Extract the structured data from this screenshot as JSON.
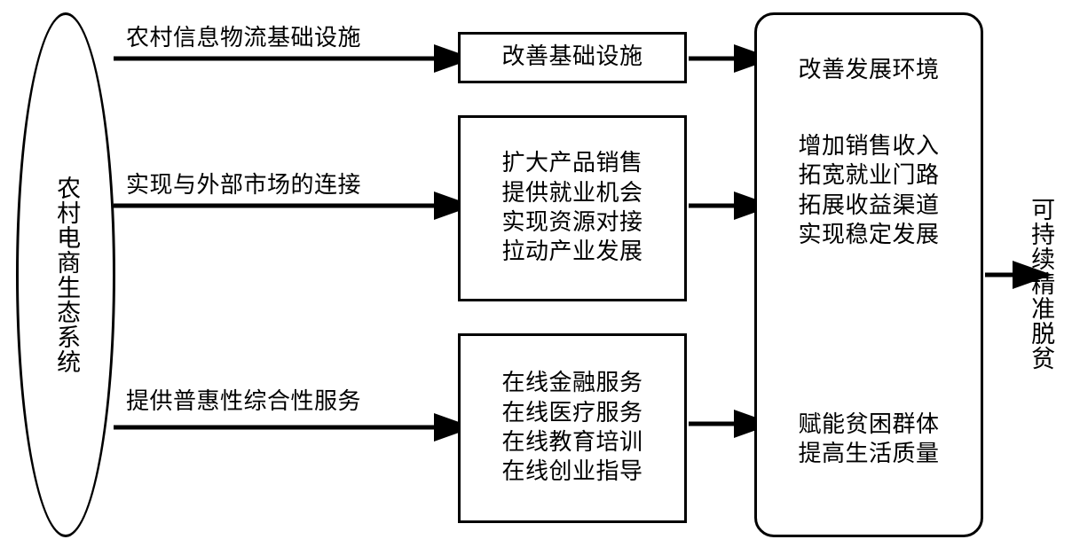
{
  "diagram": {
    "source_node": {
      "label": "农村电商生态系统"
    },
    "edge_labels": [
      "农村信息物流基础设施",
      "实现与外部市场的连接",
      "提供普惠性综合性服务"
    ],
    "middle_boxes": [
      {
        "name": "improve-infrastructure",
        "lines": [
          "改善基础设施"
        ]
      },
      {
        "name": "expand-market",
        "lines": [
          "扩大产品销售",
          "提供就业机会",
          "实现资源对接",
          "拉动产业发展"
        ]
      },
      {
        "name": "online-services",
        "lines": [
          "在线金融服务",
          "在线医疗服务",
          "在线教育培训",
          "在线创业指导"
        ]
      }
    ],
    "outcome_box": {
      "groups": [
        {
          "name": "improve-environment",
          "lines": [
            "改善发展环境"
          ]
        },
        {
          "name": "increase-income",
          "lines": [
            "增加销售收入",
            "拓宽就业门路",
            "拓展收益渠道",
            "实现稳定发展"
          ]
        },
        {
          "name": "empower-poor",
          "lines": [
            "赋能贫困群体",
            "提高生活质量"
          ]
        }
      ]
    },
    "final_node": {
      "label": "可持续精准脱贫"
    },
    "colors": {
      "stroke": "#000000",
      "background": "#ffffff"
    }
  }
}
